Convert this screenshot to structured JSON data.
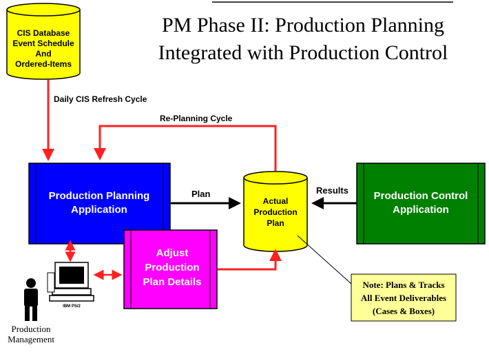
{
  "title": {
    "line1": "PM Phase II: Production Planning",
    "line2": "Integrated with Production Control"
  },
  "cis_database": {
    "line1": "CIS Database",
    "line2": "Event Schedule",
    "line3": "And",
    "line4": "Ordered-Items"
  },
  "labels": {
    "daily_refresh": "Daily CIS Refresh Cycle",
    "replanning": "Re-Planning Cycle",
    "plan": "Plan",
    "results": "Results"
  },
  "planning_app": {
    "line1": "Production Planning",
    "line2": "Application"
  },
  "control_app": {
    "line1": "Production Control",
    "line2": "Application"
  },
  "actual_plan": {
    "line1": "Actual",
    "line2": "Production",
    "line3": "Plan"
  },
  "adjust": {
    "line1": "Adjust",
    "line2": "Production",
    "line3": "Plan Details"
  },
  "note": {
    "line1": "Note: Plans & Tracks",
    "line2": "All Event Deliverables",
    "line3": "(Cases & Boxes)"
  },
  "computer": {
    "label": "IBM PS/2"
  },
  "person": {
    "line1": "Production",
    "line2": "Management"
  },
  "colors": {
    "database_yellow": "#ffff00",
    "planning_blue": "#0000ff",
    "control_green": "#008000",
    "adjust_magenta": "#ff00ff",
    "arrow_red": "#ff2020",
    "note_fill": "#ffff99"
  }
}
